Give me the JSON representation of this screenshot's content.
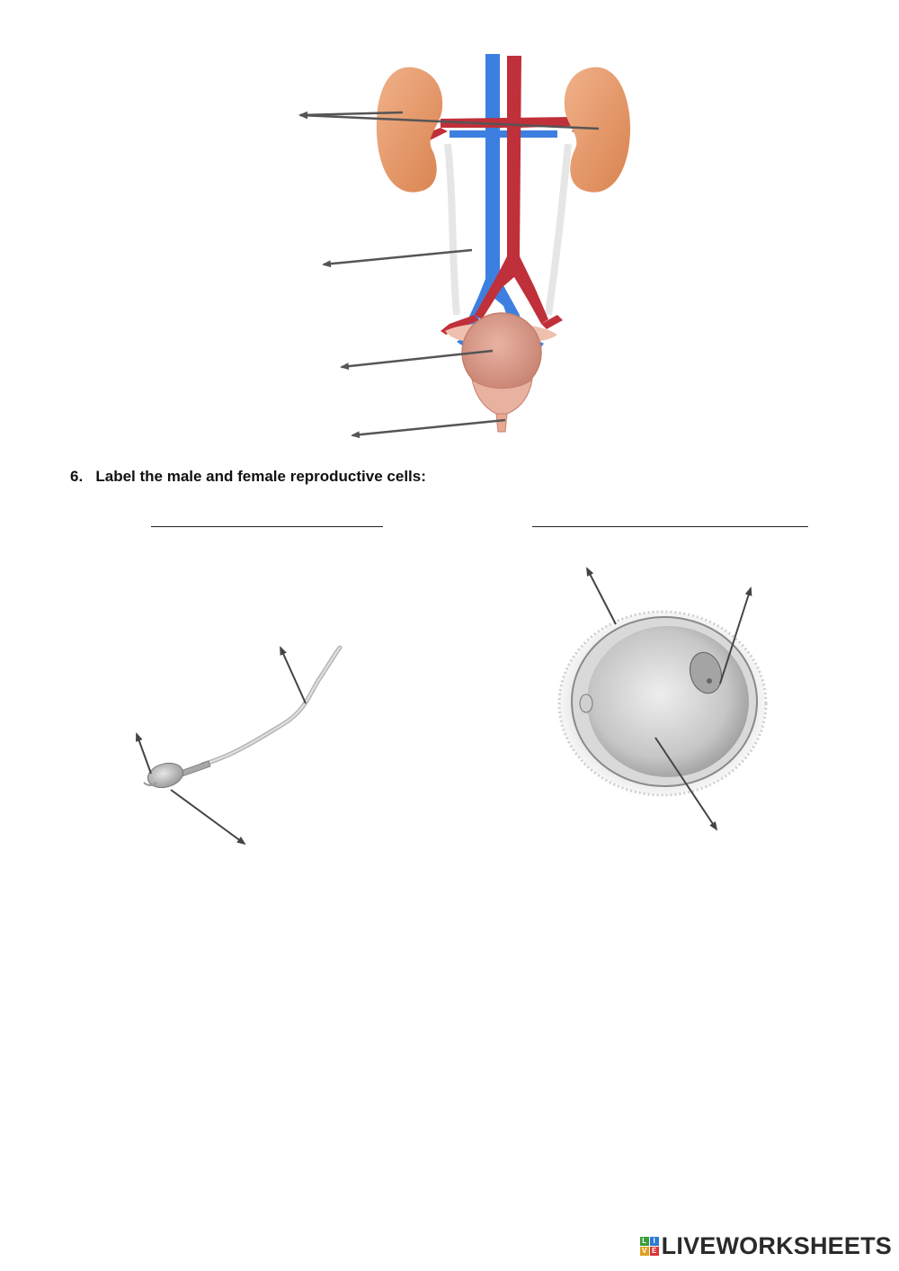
{
  "question": {
    "number": "6.",
    "text": "Label the male and female reproductive cells:"
  },
  "branding": {
    "text": "LIVEWORKSHEETS",
    "logo_letters": [
      "L",
      "I",
      "V",
      "E"
    ]
  },
  "colors": {
    "kidney": "#e59a6f",
    "artery": "#c0303a",
    "vein": "#3d7fe0",
    "bladder": "#d99a88",
    "arrow": "#555555"
  }
}
